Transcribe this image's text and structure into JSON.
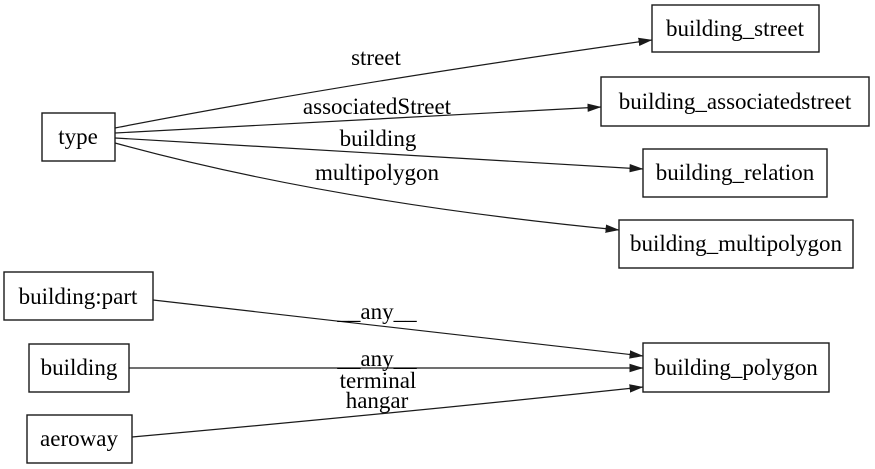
{
  "graph": {
    "background_color": "#ffffff",
    "node_fill_color": "#ffffff",
    "node_border_color": "#000000",
    "edge_color": "#000000",
    "text_color": "#000000",
    "nodes": [
      {
        "id": "type",
        "label": "type"
      },
      {
        "id": "building_street",
        "label": "building_street"
      },
      {
        "id": "building_associatedstreet",
        "label": "building_associatedstreet"
      },
      {
        "id": "building_relation",
        "label": "building_relation"
      },
      {
        "id": "building_multipolygon",
        "label": "building_multipolygon"
      },
      {
        "id": "building:part",
        "label": "building:part"
      },
      {
        "id": "building",
        "label": "building"
      },
      {
        "id": "aeroway",
        "label": "aeroway"
      },
      {
        "id": "building_polygon",
        "label": "building_polygon"
      }
    ],
    "edges": [
      {
        "from": "type",
        "to": "building_street",
        "label": "street"
      },
      {
        "from": "type",
        "to": "building_associatedstreet",
        "label": "associatedStreet"
      },
      {
        "from": "type",
        "to": "building_relation",
        "label": "building"
      },
      {
        "from": "type",
        "to": "building_multipolygon",
        "label": "multipolygon"
      },
      {
        "from": "building:part",
        "to": "building_polygon",
        "label": "__any__"
      },
      {
        "from": "building",
        "to": "building_polygon",
        "label": "__any__"
      },
      {
        "from": "aeroway",
        "to": "building_polygon",
        "label": "terminal hangar",
        "label_lines": [
          "terminal",
          "hangar"
        ]
      }
    ]
  }
}
